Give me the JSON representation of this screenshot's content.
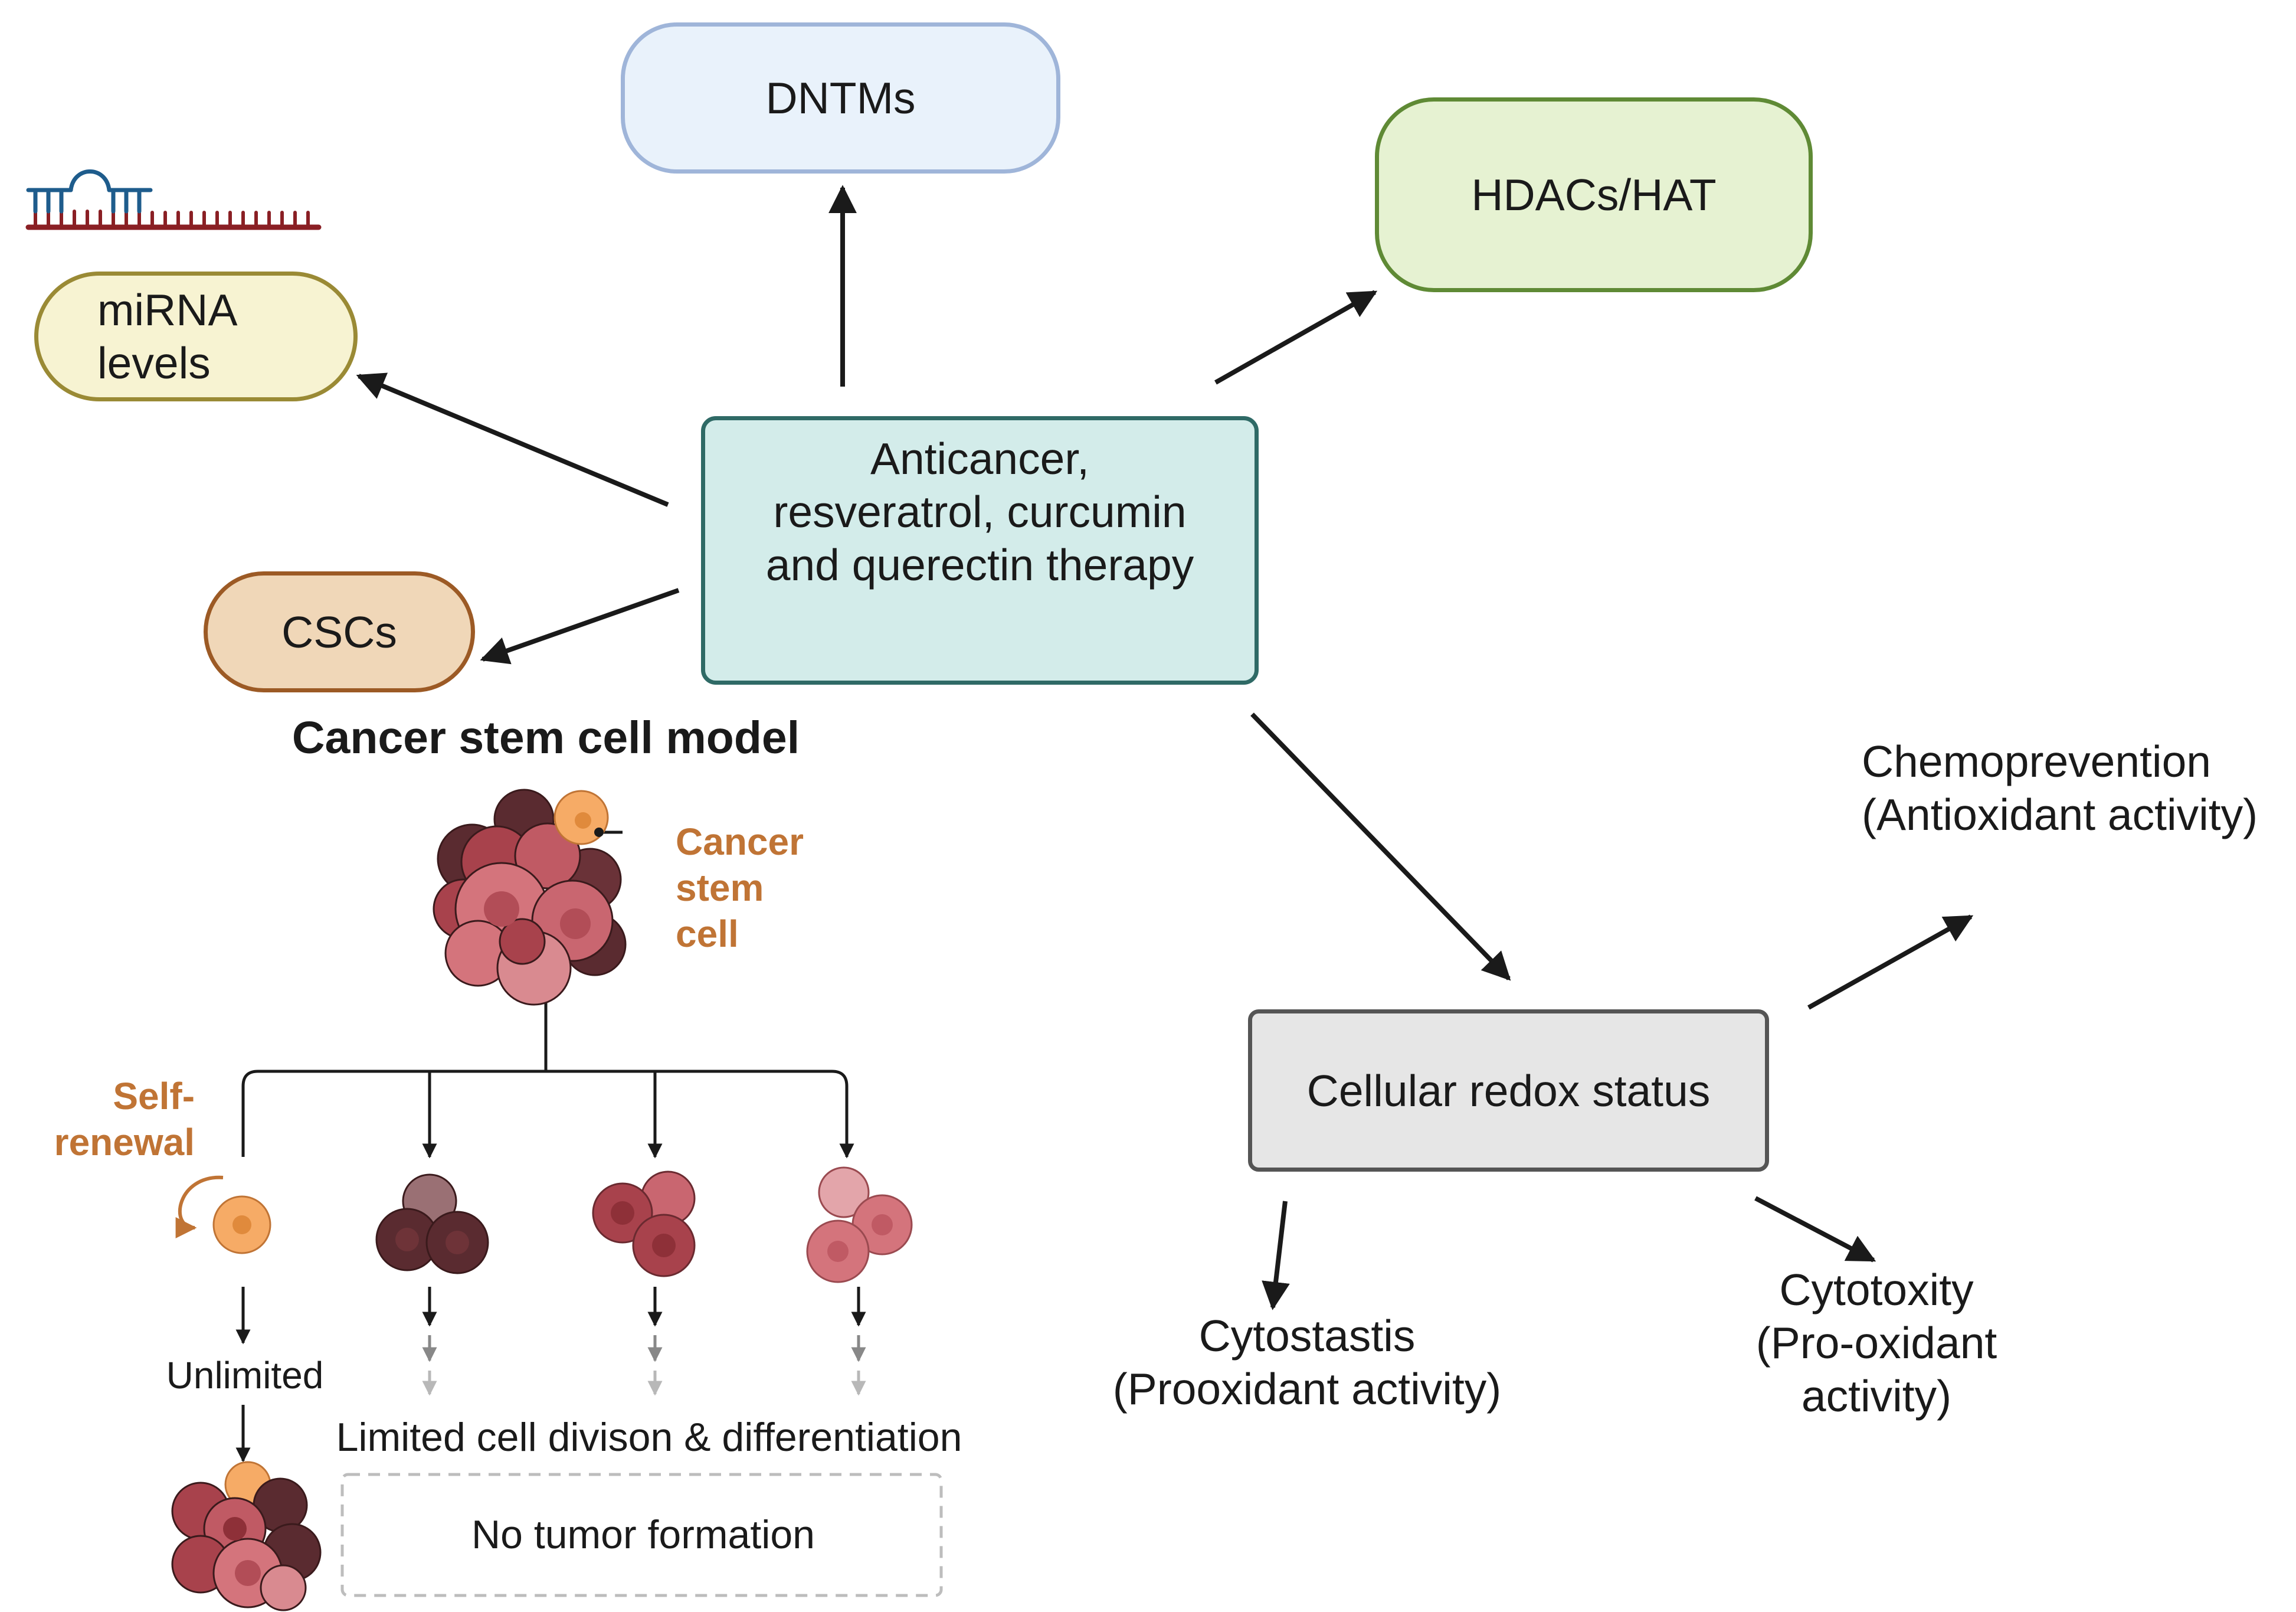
{
  "nodes": {
    "dntms": "DNTMs",
    "hdacs": "HDACs/HAT",
    "mirna": "miRNA\nlevels",
    "cscs": "CSCs",
    "center": "Anticancer,\nresveratrol, curcumin\nand querectin therapy",
    "redox": "Cellular redox status"
  },
  "outcomes": {
    "chemoprevention": "Chemoprevention\n(Antioxidant activity)",
    "cytostasis": "Cytostastis\n(Prooxidant activity)",
    "cytotoxity": "Cytotoxity\n(Pro-oxidant\nactivity)"
  },
  "csc_model": {
    "title": "Cancer stem cell model",
    "cancer_stem_cell_label": "Cancer\nstem\ncell",
    "self_renewal_label": "Self-\nrenewal",
    "unlimited_label": "Unlimited",
    "limited_label": "Limited cell divison & differentiation",
    "no_tumor_label": "No tumor formation"
  },
  "colors": {
    "dntms_fill": "#e9f2fb",
    "dntms_stroke": "#9fb5d9",
    "hdacs_fill": "#e6f2d2",
    "hdacs_stroke": "#5f8a35",
    "mirna_fill": "#f7f3d2",
    "mirna_stroke": "#9a8a35",
    "cscs_fill": "#f0d7b8",
    "cscs_stroke": "#9c5a25",
    "center_fill": "#d3ecea",
    "center_stroke": "#2f6a66",
    "redox_fill": "#e6e6e6",
    "redox_stroke": "#555555",
    "stem_cell": "#f6ab66",
    "cell_dark": "#5a2b30",
    "cell_red": "#a8424c",
    "cell_pink": "#d4747c",
    "label_orange": "#c07435"
  }
}
